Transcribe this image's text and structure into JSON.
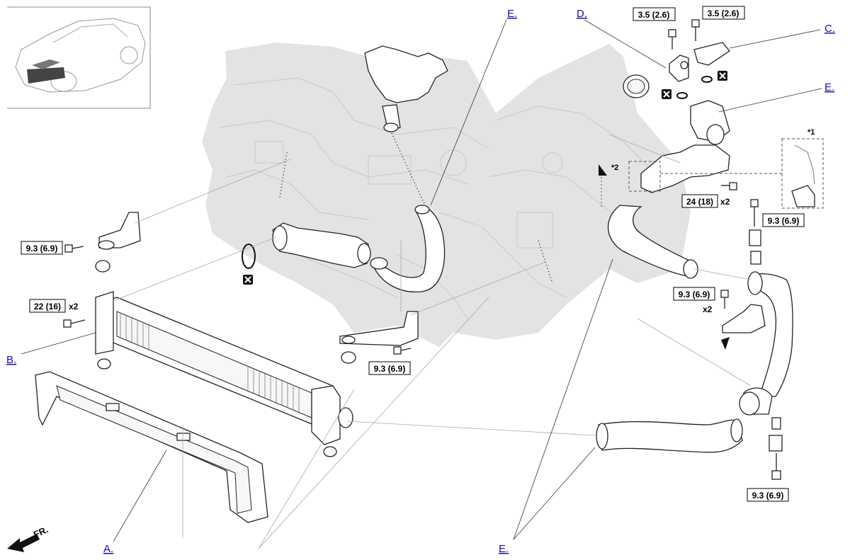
{
  "callouts": {
    "a": "A.",
    "b": "B.",
    "c": "C.",
    "d": "D.",
    "e_top": "E.",
    "e_right": "E.",
    "e_bottom": "E."
  },
  "torques": {
    "sensor_left": "3.5 (2.6)",
    "sensor_right": "3.5 (2.6)",
    "bracket_left": "9.3 (6.9)",
    "cooler_bolts": "22 (16)",
    "bracket_center": "9.3 (6.9)",
    "bolt_right_upper": "9.3 (6.9)",
    "stay_right": "9.3 (6.9)",
    "bolt_right_lower": "9.3 (6.9)",
    "pipe_bolts": "24 (18)"
  },
  "multipliers": {
    "cooler_bolts": "x2",
    "stay_right": "x2",
    "pipe_bolts": "x2"
  },
  "notes": {
    "star1": "*1",
    "star2": "*2"
  },
  "direction": {
    "front": "FR."
  },
  "colors": {
    "link": "#1a0dab",
    "engine_shade": "#e3e3e3",
    "outline": "#222222"
  }
}
